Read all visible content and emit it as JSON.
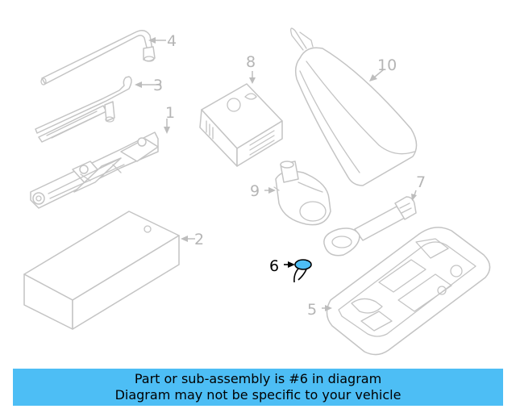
{
  "diagram": {
    "callouts": [
      {
        "id": "part-4",
        "label": "4"
      },
      {
        "id": "part-3",
        "label": "3"
      },
      {
        "id": "part-1",
        "label": "1"
      },
      {
        "id": "part-2",
        "label": "2"
      },
      {
        "id": "part-8",
        "label": "8"
      },
      {
        "id": "part-9",
        "label": "9"
      },
      {
        "id": "part-10",
        "label": "10"
      },
      {
        "id": "part-7",
        "label": "7"
      },
      {
        "id": "part-6",
        "label": "6",
        "highlighted": true
      },
      {
        "id": "part-5",
        "label": "5"
      }
    ],
    "highlight_color": "#4dbef5"
  },
  "banner": {
    "line1": "Part or sub-assembly is #6 in diagram",
    "line2": "Diagram may not be specific to your vehicle",
    "background": "#4dbef5"
  }
}
